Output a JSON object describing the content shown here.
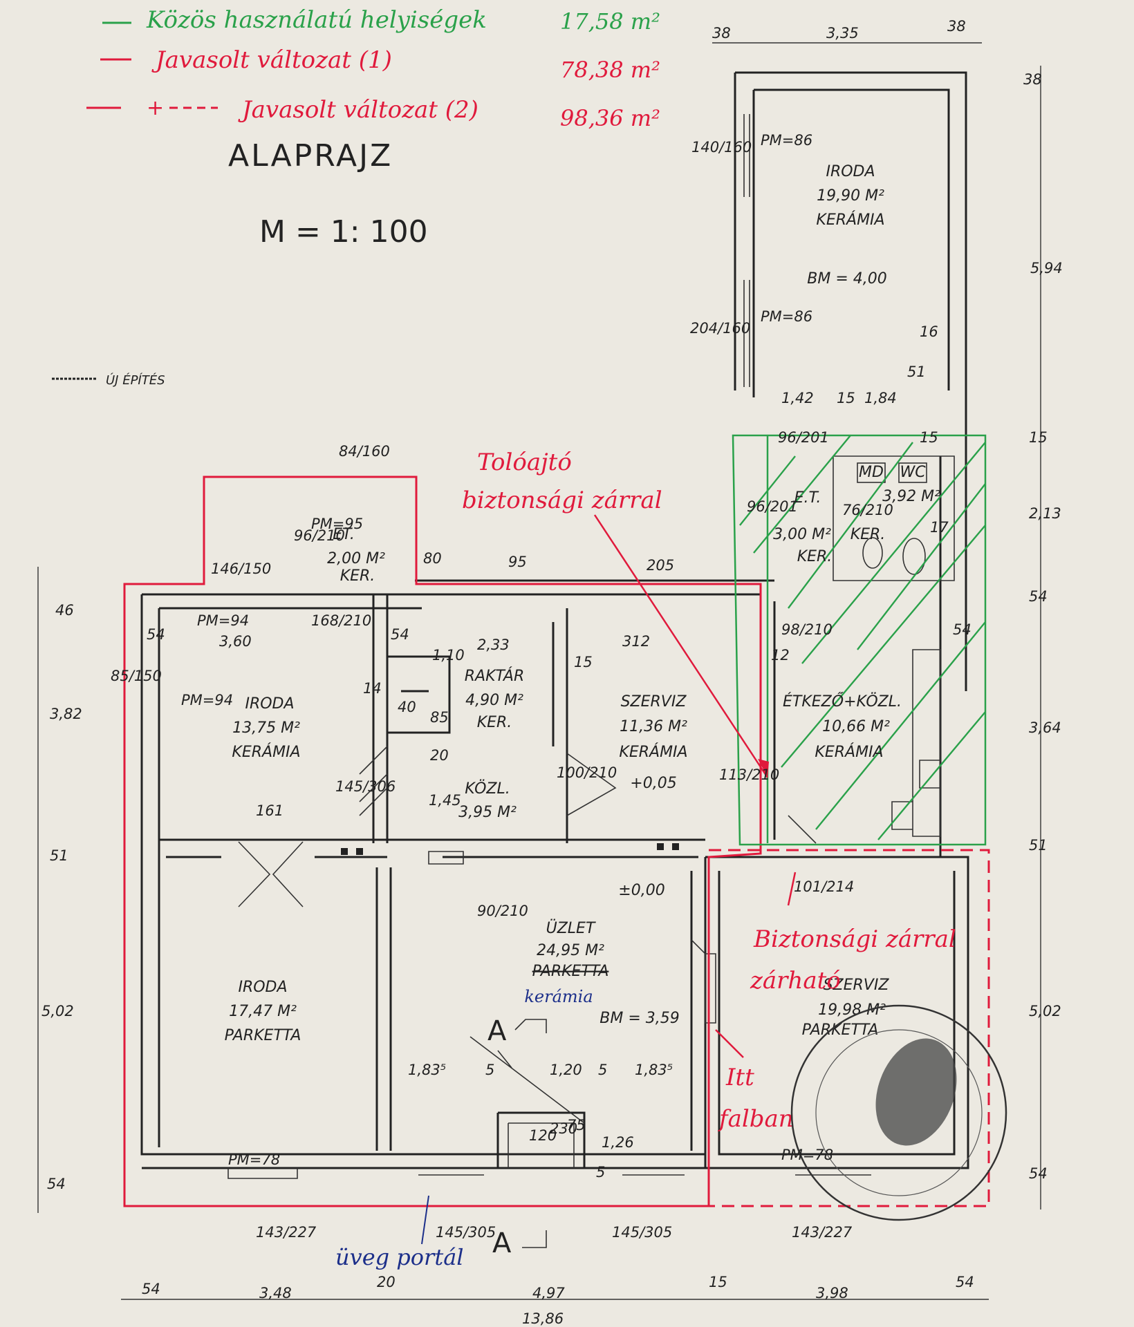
{
  "legend": [
    {
      "label": "Közös használatú helyiségek",
      "area": "17,58 m²",
      "color": "#2aa14a",
      "style": "solid"
    },
    {
      "label": "Javasolt változat (1)",
      "area": "78,38 m²",
      "color": "#e01a3c",
      "style": "solid"
    },
    {
      "label": "Javasolt változat (2)",
      "area": "98,36 m²",
      "color": "#e01a3c",
      "style": "dash-dot"
    }
  ],
  "plan_title": "ALAPRAJZ",
  "scale": "M = 1: 100",
  "new_build_note": "ÚJ ÉPÍTÉS",
  "annotations": {
    "sliding_door_1": "Tolóajtó",
    "sliding_door_2": "biztonsági zárral",
    "lock_1": "Biztonsági zárral",
    "lock_2": "zárható",
    "wall_note_1": "Itt",
    "wall_note_2": "falban",
    "glass": "üveg portál",
    "ceramic": "kerámia"
  },
  "rooms": [
    {
      "name": "IRODA",
      "area": "19,90 M²",
      "floor": "KERÁMIA",
      "extra": "BM = 4,00"
    },
    {
      "name": "IRODA",
      "area": "13,75 M²",
      "floor": "KERÁMIA"
    },
    {
      "name": "RAKTÁR",
      "area": "4,90 M²",
      "floor": "KER."
    },
    {
      "name": "SZERVIZ",
      "area": "11,36 M²",
      "floor": "KERÁMIA",
      "extra": "+0,05"
    },
    {
      "name": "ÉTKEZŐ+KÖZL.",
      "area": "10,66 M²",
      "floor": "KERÁMIA"
    },
    {
      "name": "KÖZL.",
      "area": "3,95 M²"
    },
    {
      "name": "ÜZLET",
      "area": "24,95 M²",
      "floor": "PARKETTA",
      "extra": "BM = 3,59",
      "level": "±0,00"
    },
    {
      "name": "IRODA",
      "area": "17,47 M²",
      "floor": "PARKETTA"
    },
    {
      "name": "SZERVIZ",
      "area": "19,98 M²",
      "floor": "PARKETTA"
    },
    {
      "name": "ET.",
      "area": "2,00 M²",
      "floor": "KER."
    },
    {
      "name": "E.T.",
      "area": "3,00 M²",
      "floor": "KER."
    },
    {
      "name": "WC",
      "area": "3,92 M²",
      "floor": "KER."
    }
  ],
  "fixtures": {
    "md": "MD",
    "wc": "WC"
  },
  "section_marker": "A",
  "dimensions": {
    "top": [
      "38",
      "3,35",
      "38"
    ],
    "right": [
      "38",
      "5,94",
      "15",
      "2,13",
      "54",
      "3,64",
      "51",
      "5,02",
      "54"
    ],
    "left": [
      "46",
      "3,82",
      "51",
      "5,02",
      "54"
    ],
    "bottom": [
      "54",
      "3,48",
      "20",
      "4,97",
      "15",
      "3,98",
      "54"
    ],
    "total": "13,86",
    "inner": [
      "140/160",
      "204/160",
      "PM=86",
      "PM=86",
      "1,42",
      "15",
      "1,84",
      "16",
      "51",
      "96/201",
      "96/201",
      "76/210",
      "15",
      "17",
      "84/160",
      "PM=95",
      "96/210",
      "146/150",
      "80",
      "95",
      "205",
      "PM=94",
      "3,60",
      "54",
      "168/210",
      "54",
      "2,33",
      "1,10",
      "15",
      "312",
      "98/210",
      "12",
      "54",
      "85/150",
      "PM=94",
      "14",
      "40",
      "85",
      "20",
      "145/306",
      "1,45",
      "100/210",
      "113/210",
      "161",
      "90/210",
      "101/214",
      "1,83⁵",
      "5",
      "1,20",
      "5",
      "1,83⁵",
      "120",
      "230",
      "75",
      "1,26",
      "5",
      "PM=78",
      "PM=78",
      "143/227",
      "145/305",
      "145/305",
      "143/227"
    ]
  }
}
